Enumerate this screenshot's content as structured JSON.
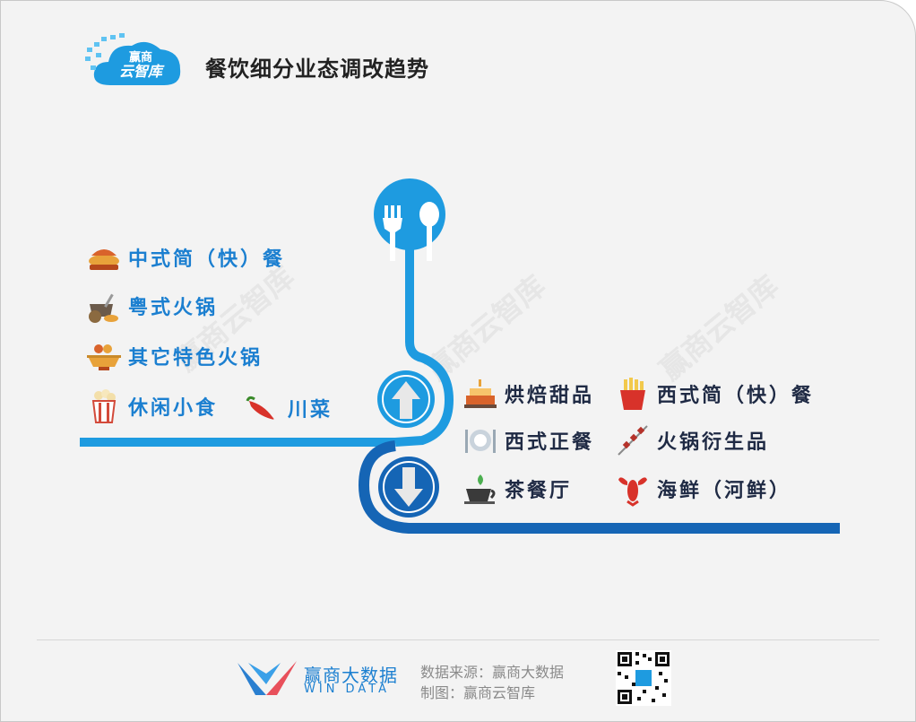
{
  "header": {
    "logo_line1": "赢商",
    "logo_line2": "云智库",
    "title": "餐饮细分业态调改趋势"
  },
  "watermark": "赢商云智库",
  "up_items": [
    {
      "label": "中式简（快）餐",
      "icon": "fast-food-bowl-icon"
    },
    {
      "label": "粤式火锅",
      "icon": "cooking-pot-icon"
    },
    {
      "label": "其它特色火锅",
      "icon": "hotpot-icon"
    },
    {
      "label": "休闲小食",
      "icon": "popcorn-icon"
    },
    {
      "label": "川菜",
      "icon": "chili-pepper-icon"
    }
  ],
  "down_items": [
    {
      "label": "烘焙甜品",
      "icon": "cake-icon"
    },
    {
      "label": "西式简（快）餐",
      "icon": "french-fries-icon"
    },
    {
      "label": "西式正餐",
      "icon": "plate-cutlery-icon"
    },
    {
      "label": "火锅衍生品",
      "icon": "skewer-icon"
    },
    {
      "label": "茶餐厅",
      "icon": "tea-cup-icon"
    },
    {
      "label": "海鲜（河鲜）",
      "icon": "lobster-icon"
    }
  ],
  "footer": {
    "brand_name": "赢商大数据",
    "brand_sub": "WIN DATA",
    "source_line": "数据来源：赢商大数据",
    "made_by_line": "制图：赢商云智库"
  },
  "colors": {
    "primary_blue": "#1b7fd0",
    "light_blue": "#1e9be0",
    "dark_blue": "#1565b5",
    "title_text": "#222222"
  }
}
